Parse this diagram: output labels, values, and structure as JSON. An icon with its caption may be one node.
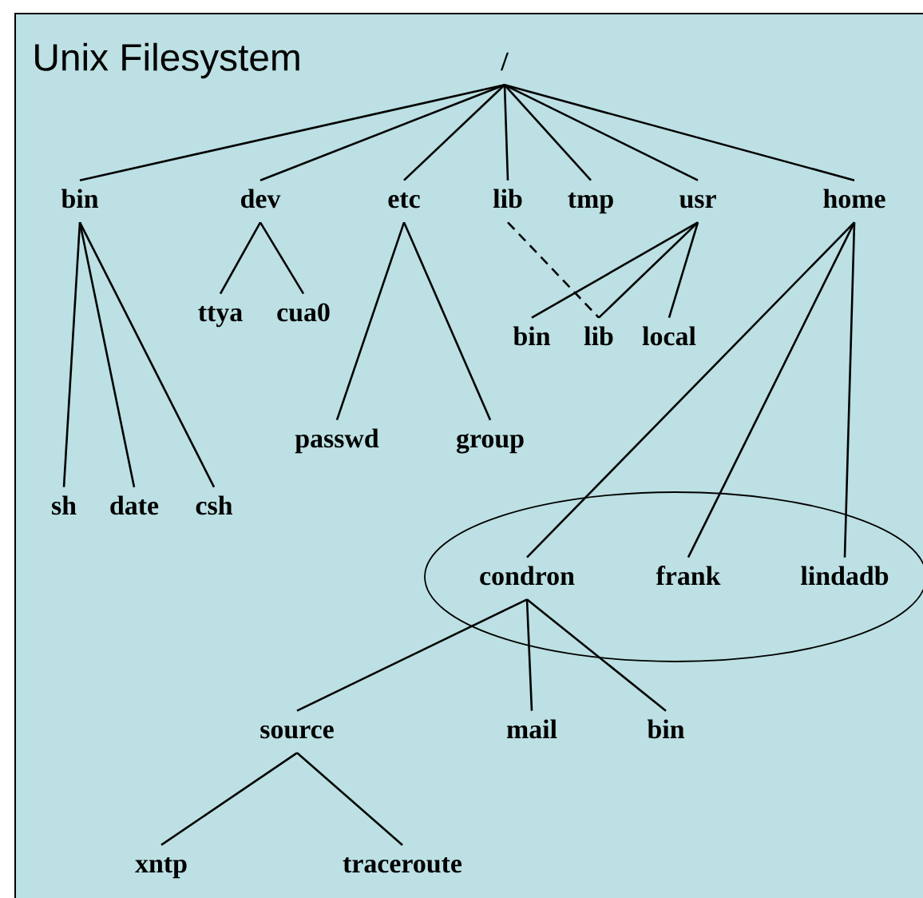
{
  "diagram": {
    "title": "Unix Filesystem",
    "nodes": [
      {
        "text": [
          "/"
        ]
      },
      {
        "text": [
          "bin"
        ]
      },
      {
        "text": [
          "dev"
        ]
      },
      {
        "text": [
          "etc"
        ]
      },
      {
        "text": [
          "lib"
        ]
      },
      {
        "text": [
          "tmp"
        ]
      },
      {
        "text": [
          "usr"
        ]
      },
      {
        "text": [
          "home"
        ]
      },
      {
        "text": [
          "ttya"
        ]
      },
      {
        "text": [
          "cua0"
        ]
      },
      {
        "text": [
          "bin"
        ]
      },
      {
        "text": [
          "lib"
        ]
      },
      {
        "text": [
          "local"
        ]
      },
      {
        "text": [
          "passwd"
        ]
      },
      {
        "text": [
          "group"
        ]
      },
      {
        "text": [
          "sh"
        ]
      },
      {
        "text": [
          "date"
        ]
      },
      {
        "text": [
          "csh"
        ]
      },
      {
        "text": [],
        "shape": "ellipse"
      },
      {
        "text": [
          "condron"
        ],
        "in": 18
      },
      {
        "text": [
          "frank"
        ],
        "in": 18
      },
      {
        "text": [
          "lindadb"
        ],
        "in": 18
      },
      {
        "text": [
          "source"
        ]
      },
      {
        "text": [
          "mail"
        ]
      },
      {
        "text": [
          "bin"
        ]
      },
      {
        "text": [
          "xntp"
        ]
      },
      {
        "text": [
          "traceroute"
        ]
      }
    ],
    "edges": [
      {
        "from": 0,
        "to": 1,
        "arrow": "none"
      },
      {
        "from": 0,
        "to": 2,
        "arrow": "none"
      },
      {
        "from": 0,
        "to": 3,
        "arrow": "none"
      },
      {
        "from": 0,
        "to": 4,
        "arrow": "none"
      },
      {
        "from": 0,
        "to": 5,
        "arrow": "none"
      },
      {
        "from": 0,
        "to": 6,
        "arrow": "none"
      },
      {
        "from": 0,
        "to": 7,
        "arrow": "none"
      },
      {
        "from": 1,
        "to": 15,
        "arrow": "none"
      },
      {
        "from": 1,
        "to": 16,
        "arrow": "none"
      },
      {
        "from": 1,
        "to": 17,
        "arrow": "none"
      },
      {
        "from": 2,
        "to": 8,
        "arrow": "none"
      },
      {
        "from": 2,
        "to": 9,
        "arrow": "none"
      },
      {
        "from": 3,
        "to": 13,
        "arrow": "none"
      },
      {
        "from": 3,
        "to": 14,
        "arrow": "none"
      },
      {
        "from": 4,
        "to": 11,
        "arrow": "none",
        "style": "dashed"
      },
      {
        "from": 6,
        "to": 10,
        "arrow": "none"
      },
      {
        "from": 6,
        "to": 11,
        "arrow": "none"
      },
      {
        "from": 6,
        "to": 12,
        "arrow": "none"
      },
      {
        "from": 7,
        "to": 19,
        "arrow": "none"
      },
      {
        "from": 7,
        "to": 20,
        "arrow": "none"
      },
      {
        "from": 7,
        "to": 21,
        "arrow": "none"
      },
      {
        "from": 19,
        "to": 22,
        "arrow": "none"
      },
      {
        "from": 19,
        "to": 23,
        "arrow": "none"
      },
      {
        "from": 19,
        "to": 24,
        "arrow": "none"
      },
      {
        "from": 22,
        "to": 25,
        "arrow": "none"
      },
      {
        "from": 22,
        "to": 26,
        "arrow": "none"
      }
    ]
  }
}
